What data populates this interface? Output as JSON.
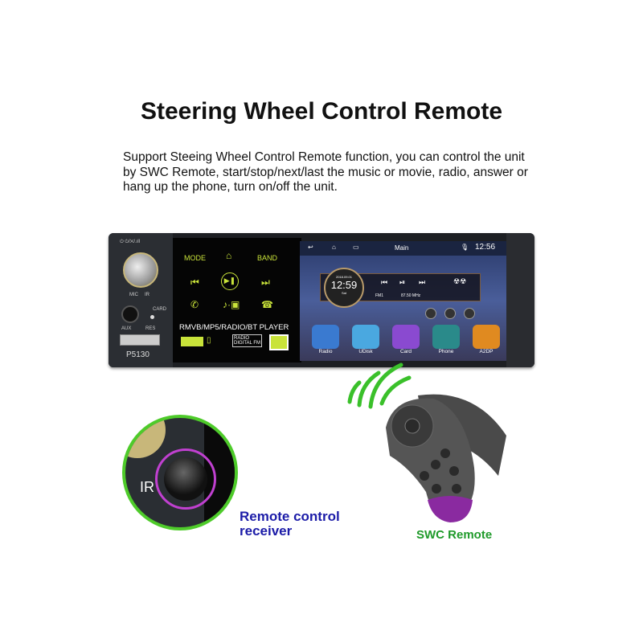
{
  "title": "Steering Wheel Control Remote",
  "description": "Support Steeing Wheel Control Remote function, you can control the unit by SWC Remote, start/stop/next/last the music or movie, radio, answer or hang up the phone, turn on/off the unit.",
  "unit": {
    "left_panel": {
      "top_icons": "⏻ ⏻/✕/.ıll",
      "mic": "MIC",
      "ir": "IR",
      "card": "CARD",
      "aux": "AUX",
      "res": "RES",
      "model": "P5130"
    },
    "touch_panel": {
      "mode": "MODE",
      "band": "BAND",
      "player_label": "RMVB/MP5/RADIO/BT PLAYER",
      "radio_badge": "RADIO",
      "digital_fm": "DIGITAL FM"
    },
    "screen": {
      "status_title": "Main",
      "status_time": "12:56",
      "clock_date": "2018.09.01",
      "clock_time": "12:59",
      "clock_day": "Sat",
      "band": "FM1",
      "frequency": "87.50 MHz",
      "apps": [
        {
          "label": "Radio",
          "color": "#3a7ad0"
        },
        {
          "label": "UDisk",
          "color": "#4aa8e0"
        },
        {
          "label": "Card",
          "color": "#8a4ad0"
        },
        {
          "label": "Phone",
          "color": "#2a8a8a"
        },
        {
          "label": "A2DP",
          "color": "#e08a20"
        }
      ]
    }
  },
  "receiver": {
    "ir_label": "IR",
    "caption": "Remote control receiver"
  },
  "remote": {
    "caption": "SWC Remote"
  },
  "colors": {
    "receiver_caption": "#1c1ca8",
    "remote_caption": "#1f9a2a",
    "signal": "#3ac02a",
    "ring": "#c040d0",
    "accent_yellow": "#c9e33a"
  }
}
